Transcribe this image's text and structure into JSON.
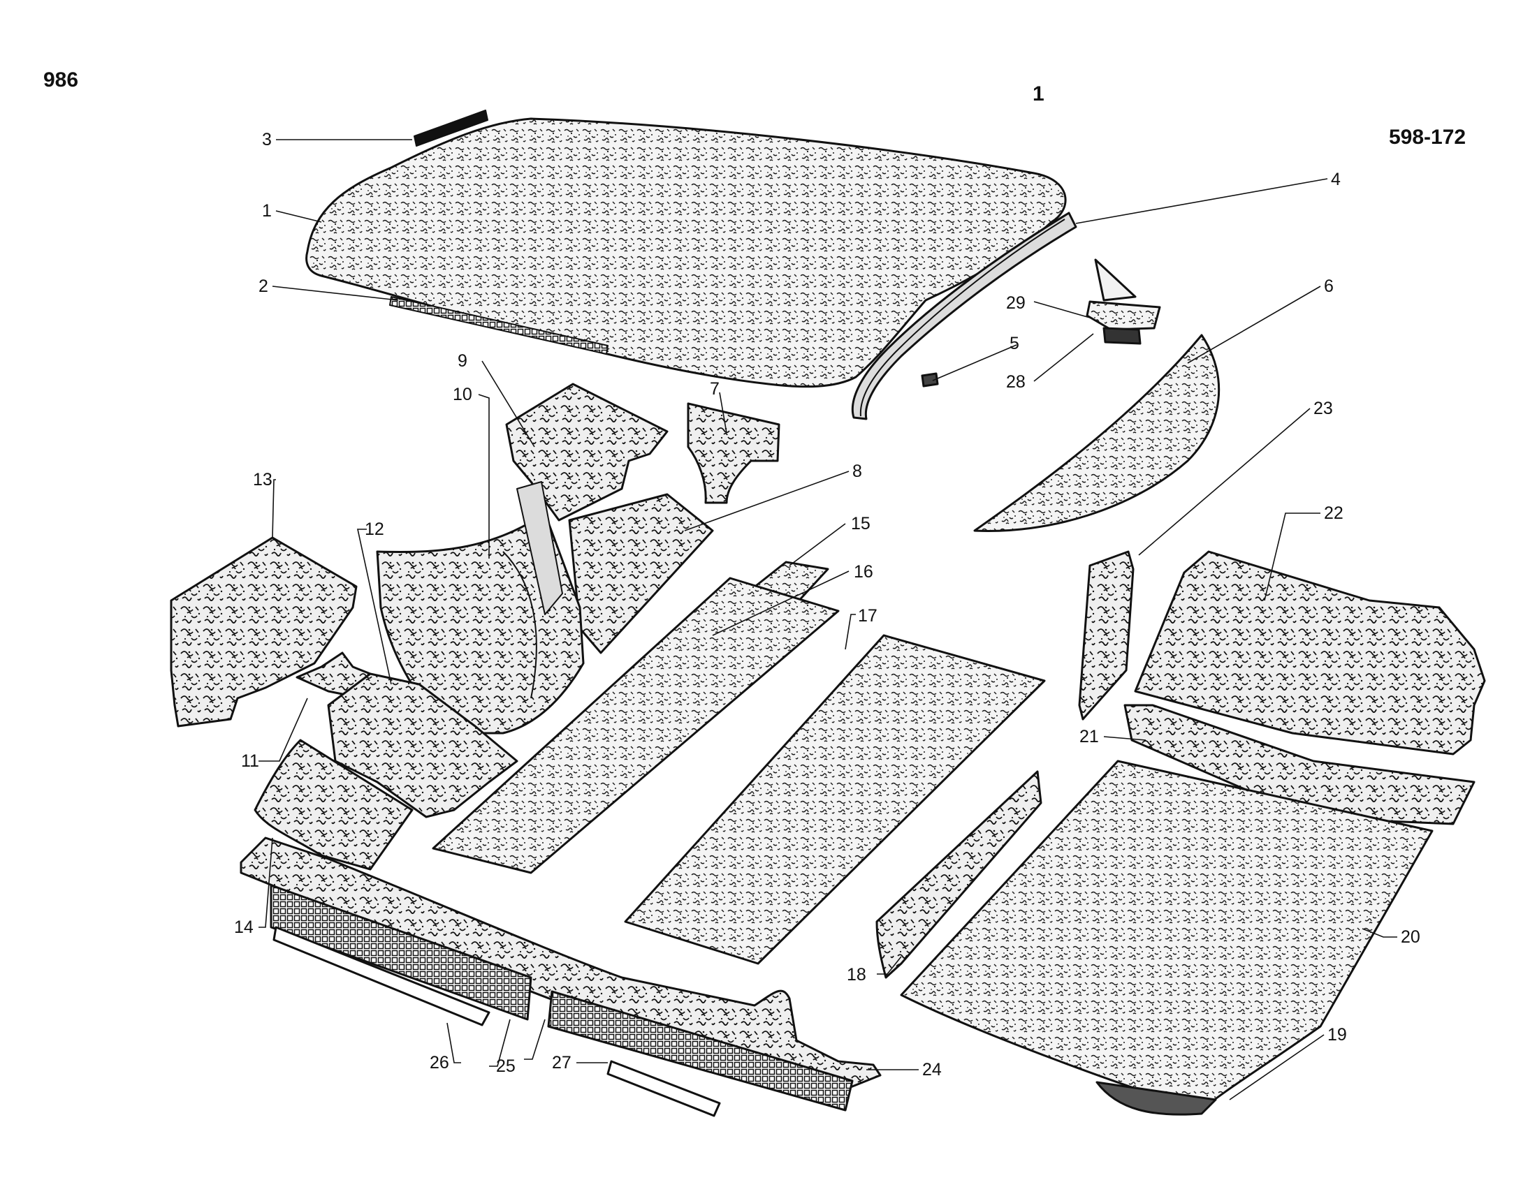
{
  "header": {
    "page_number": "986",
    "section_number": "1",
    "drawing_code": "598-172"
  },
  "callouts": [
    {
      "id": "c1",
      "text": "1"
    },
    {
      "id": "c2",
      "text": "2"
    },
    {
      "id": "c3",
      "text": "3"
    },
    {
      "id": "c4",
      "text": "4"
    },
    {
      "id": "c5",
      "text": "5"
    },
    {
      "id": "c6",
      "text": "6"
    },
    {
      "id": "c7",
      "text": "7"
    },
    {
      "id": "c8",
      "text": "8"
    },
    {
      "id": "c9",
      "text": "9"
    },
    {
      "id": "c10",
      "text": "10"
    },
    {
      "id": "c11",
      "text": "11"
    },
    {
      "id": "c12",
      "text": "12"
    },
    {
      "id": "c13",
      "text": "13"
    },
    {
      "id": "c14",
      "text": "14"
    },
    {
      "id": "c15",
      "text": "15"
    },
    {
      "id": "c16",
      "text": "16"
    },
    {
      "id": "c17",
      "text": "17"
    },
    {
      "id": "c18",
      "text": "18"
    },
    {
      "id": "c19",
      "text": "19"
    },
    {
      "id": "c20",
      "text": "20"
    },
    {
      "id": "c21",
      "text": "21"
    },
    {
      "id": "c22",
      "text": "22"
    },
    {
      "id": "c23",
      "text": "23"
    },
    {
      "id": "c24",
      "text": "24"
    },
    {
      "id": "c25",
      "text": "25"
    },
    {
      "id": "c26",
      "text": "26"
    },
    {
      "id": "c27",
      "text": "27"
    },
    {
      "id": "c28",
      "text": "28"
    },
    {
      "id": "c29",
      "text": "29"
    }
  ]
}
